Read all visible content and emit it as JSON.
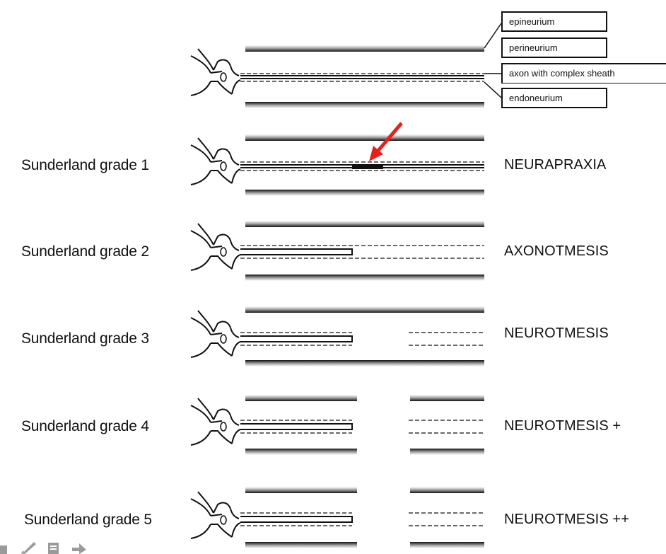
{
  "legend": {
    "epineurium": "epineurium",
    "perineurium": "perineurium",
    "axon": "axon with complex sheath",
    "endoneurium": "endoneurium"
  },
  "grades": [
    {
      "label": "Sunderland grade 1",
      "injury": "NEURAPRAXIA"
    },
    {
      "label": "Sunderland grade 2",
      "injury": "AXONOTMESIS"
    },
    {
      "label": "Sunderland grade 3",
      "injury": "NEUROTMESIS"
    },
    {
      "label": "Sunderland grade 4",
      "injury": "NEUROTMESIS +"
    },
    {
      "label": "Sunderland grade 5",
      "injury": "NEUROTMESIS ++"
    }
  ],
  "colors": {
    "arrow": "#e8201a",
    "line": "#111111",
    "shade": "#9a9a9a"
  },
  "toolbar_icons": [
    "pencil-icon",
    "document-icon",
    "forward-arrow-icon"
  ]
}
